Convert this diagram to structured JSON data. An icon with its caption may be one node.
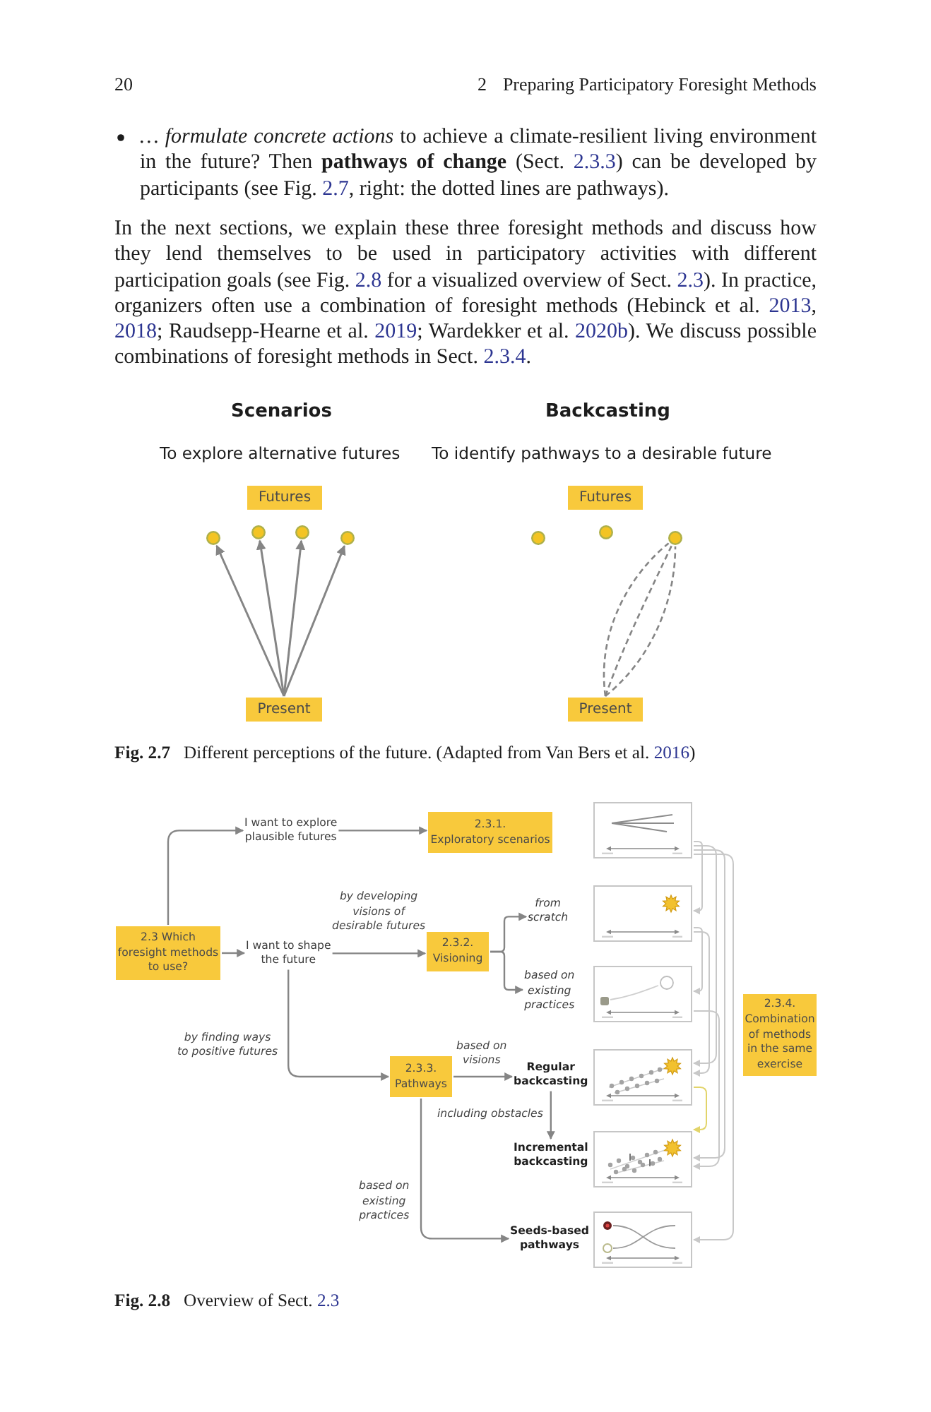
{
  "diagram": {
    "nodes": [
      {
        "text": [
          "Futures"
        ]
      },
      {
        "text": [],
        "shape": "circle"
      },
      {
        "text": [],
        "shape": "circle"
      },
      {
        "text": [],
        "shape": "circle"
      },
      {
        "text": [],
        "shape": "circle"
      },
      {
        "text": [
          "Present"
        ]
      },
      {
        "text": [
          "Futures"
        ]
      },
      {
        "text": [],
        "shape": "circle"
      },
      {
        "text": [],
        "shape": "circle"
      },
      {
        "text": [],
        "shape": "circle"
      },
      {
        "text": [
          "Present"
        ]
      },
      {
        "text": [
          "I want to explore plausible futures"
        ]
      },
      {
        "text": [
          "2.3.1. Exploratory scenarios"
        ]
      },
      {
        "text": [],
        "shape": "picture"
      },
      {
        "text": [
          "2.3 Which foresight methods to use?"
        ]
      },
      {
        "text": [
          "I want to shape the future"
        ]
      },
      {
        "text": [
          "2.3.2. Visioning"
        ]
      },
      {
        "text": [
          "from scratch"
        ]
      },
      {
        "text": [],
        "shape": "picture"
      },
      {
        "text": [
          "based on existing practices"
        ]
      },
      {
        "text": [],
        "shape": "picture"
      },
      {
        "text": [
          "2.3.4. Combination of methods in the same exercise"
        ]
      },
      {
        "text": [
          "2.3.3. Pathways"
        ]
      },
      {
        "text": [
          "Regular backcasting"
        ]
      },
      {
        "text": [],
        "shape": "picture"
      },
      {
        "text": [
          "Incremental backcasting"
        ]
      },
      {
        "text": [],
        "shape": "picture"
      },
      {
        "text": [
          "Seeds-based pathways"
        ]
      },
      {
        "text": [],
        "shape": "picture"
      }
    ],
    "edges": [
      {
        "from": 5,
        "to": 1,
        "arrow": "to"
      },
      {
        "from": 5,
        "to": 2,
        "arrow": "to"
      },
      {
        "from": 5,
        "to": 3,
        "arrow": "to"
      },
      {
        "from": 5,
        "to": 4,
        "arrow": "to"
      },
      {
        "from": 10,
        "to": 9,
        "arrow": "none",
        "style": "dashed"
      },
      {
        "from": 10,
        "to": 9,
        "arrow": "none",
        "style": "dashed"
      },
      {
        "from": 10,
        "to": 9,
        "arrow": "none",
        "style": "dashed"
      },
      {
        "from": 14,
        "to": 11,
        "arrow": "to"
      },
      {
        "from": 11,
        "to": 12,
        "arrow": "to"
      },
      {
        "from": 14,
        "to": 15,
        "arrow": "to"
      },
      {
        "from": 15,
        "to": 16,
        "arrow": "to",
        "label": "by developing visions of desirable futures"
      },
      {
        "from": 16,
        "to": 17,
        "arrow": "to"
      },
      {
        "from": 16,
        "to": 19,
        "arrow": "to"
      },
      {
        "from": 15,
        "to": 22,
        "arrow": "to",
        "label": "by finding ways to positive futures"
      },
      {
        "from": 22,
        "to": 23,
        "arrow": "to",
        "label": "based on visions"
      },
      {
        "from": 23,
        "to": 25,
        "arrow": "to",
        "label": "including obstacles"
      },
      {
        "from": 22,
        "to": 27,
        "arrow": "to",
        "label": "based on existing practices"
      },
      {
        "from": 13,
        "to": 18,
        "arrow": "to",
        "color": "#c8c8c8"
      },
      {
        "from": 18,
        "to": 20,
        "arrow": "to",
        "color": "#c8c8c8"
      },
      {
        "from": 13,
        "to": 24,
        "arrow": "to",
        "color": "#c8c8c8"
      },
      {
        "from": 18,
        "to": 24,
        "arrow": "to",
        "color": "#c8c8c8"
      },
      {
        "from": 24,
        "to": 26,
        "arrow": "to",
        "color": "#e2d46a"
      },
      {
        "from": 13,
        "to": 26,
        "arrow": "to",
        "color": "#c8c8c8"
      },
      {
        "from": 20,
        "to": 26,
        "arrow": "to",
        "color": "#c8c8c8"
      },
      {
        "from": 13,
        "to": 28,
        "arrow": "to",
        "color": "#c8c8c8"
      }
    ],
    "labels": [
      "20",
      "2",
      "Preparing Participatory Foresight Methods",
      "*… formulate concrete actions* to achieve a climate-resilient living environment in the future? Then **pathways of change** (Sect. 2.3.3) can be developed by participants (see Fig. 2.7, right: the dotted lines are pathways).",
      "In the next sections, we explain these three foresight methods and discuss how they lend themselves to be used in participatory activities with different participation goals (see Fig. 2.8 for a visualized overview of Sect. 2.3). In practice, organizers often use a combination of foresight methods (Hebinck et al. 2013, 2018; Raudsepp-Hearne et al. 2019; Wardekker et al. 2020b). We discuss possible combinations of foresight methods in Sect. 2.3.4.",
      "Scenarios",
      "To explore alternative futures",
      "Backcasting",
      "To identify pathways to a desirable future",
      "Fig. 2.7",
      "Different perceptions of the future. (Adapted from Van Bers et al. 2016)",
      "Fig. 2.8",
      "Overview of Sect. 2.3"
    ]
  }
}
